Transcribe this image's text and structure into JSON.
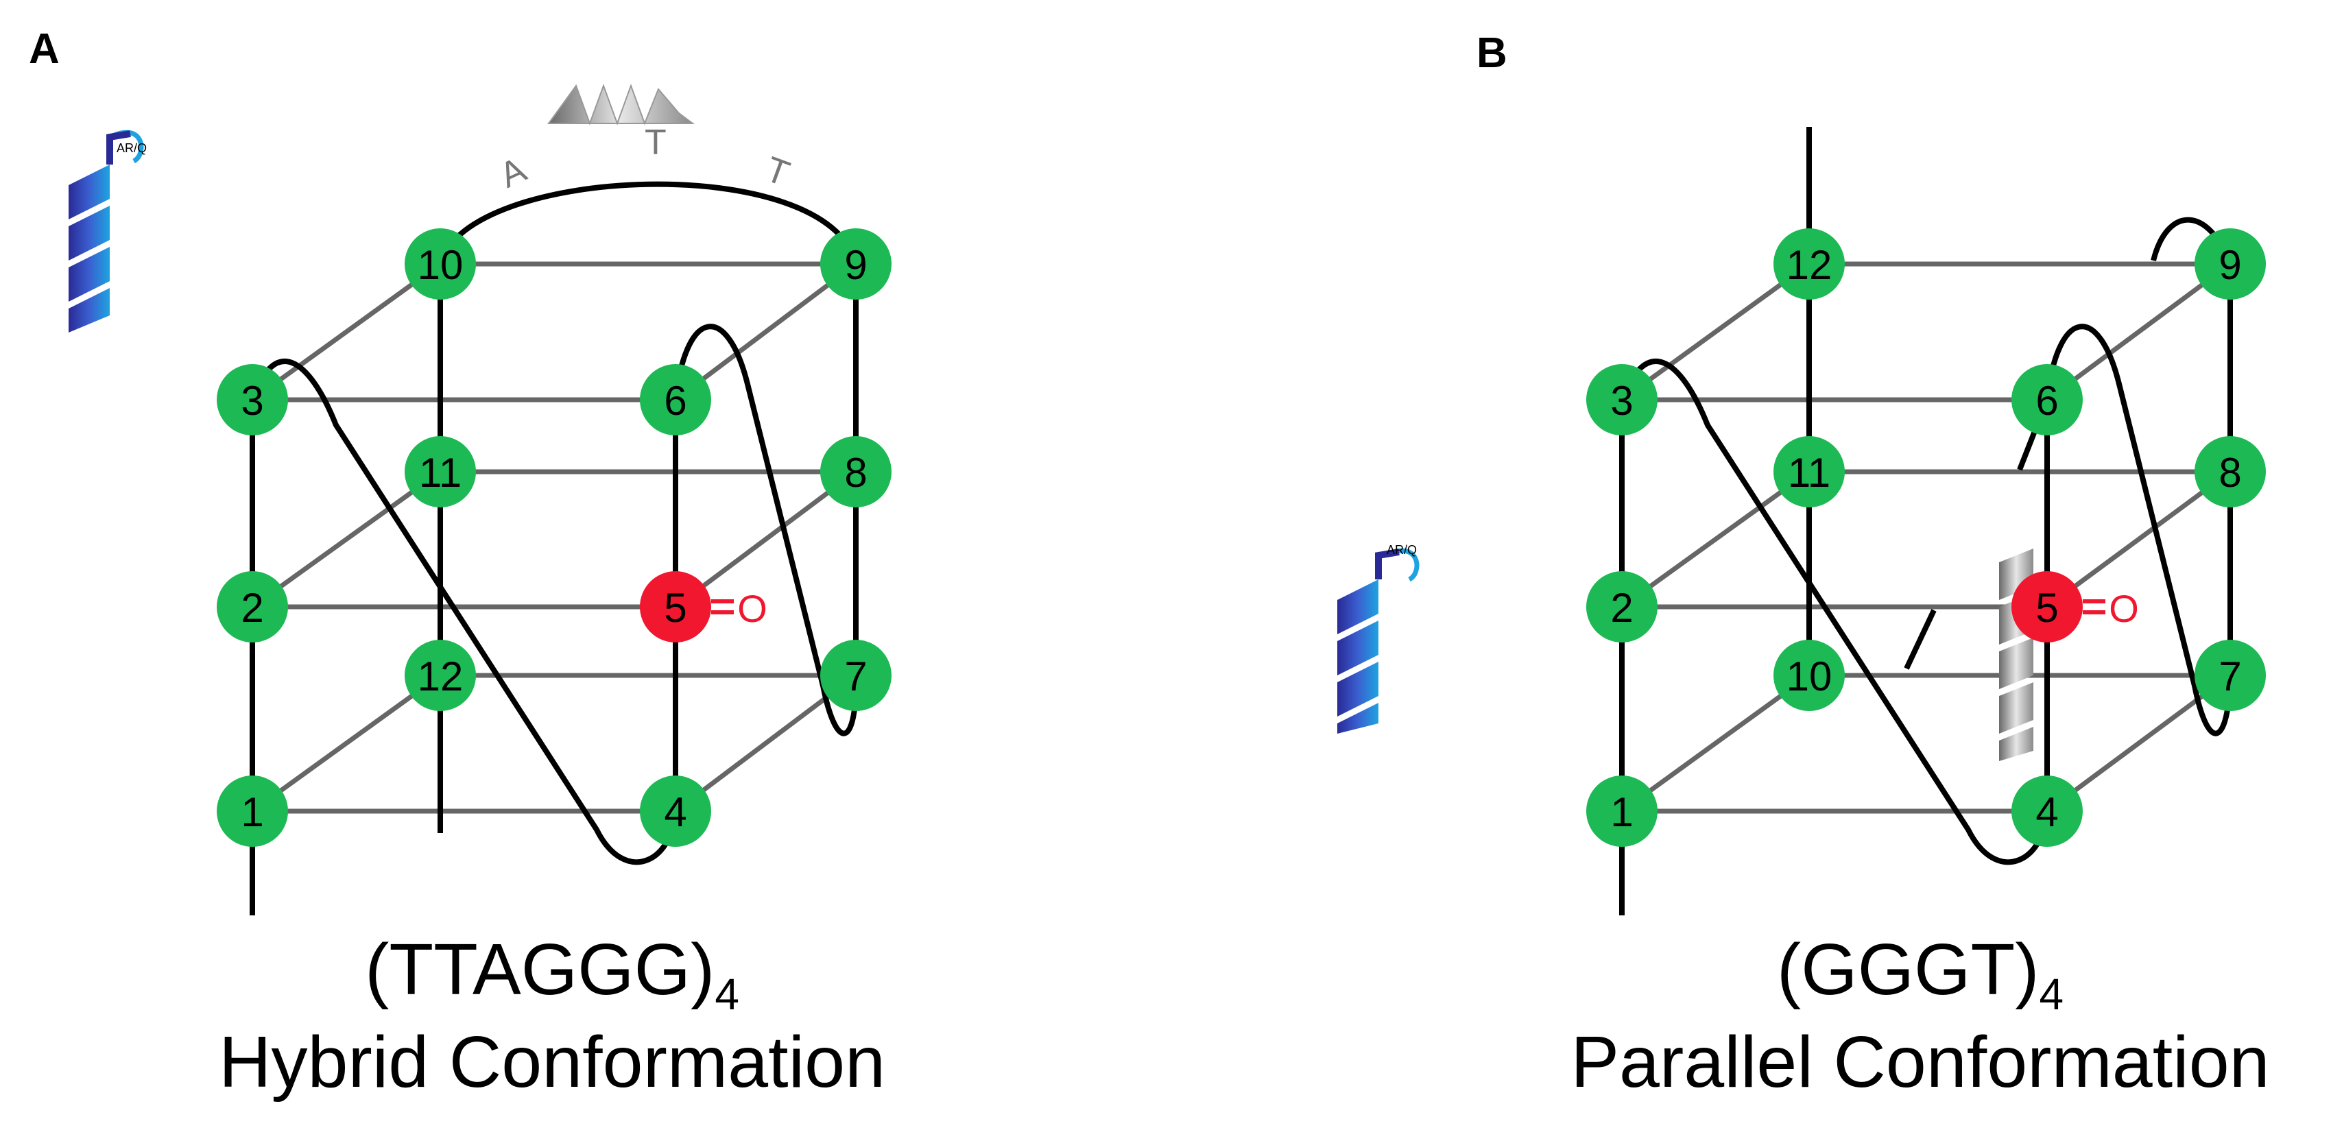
{
  "panels": [
    {
      "id": "A",
      "label": "A",
      "sequence": "(TTAGGG)",
      "subscript": "4",
      "conformation": "Hybrid Conformation",
      "nodes": [
        "1",
        "2",
        "3",
        "4",
        "5",
        "6",
        "7",
        "8",
        "9",
        "10",
        "11",
        "12"
      ],
      "loop_letters": [
        "A",
        "T",
        "T"
      ],
      "oxidized_node": "5",
      "oxo_label": "O",
      "peptide_tag": "AR/Q"
    },
    {
      "id": "B",
      "label": "B",
      "sequence": "(GGGT)",
      "subscript": "4",
      "conformation": "Parallel Conformation",
      "nodes": [
        "1",
        "2",
        "3",
        "4",
        "5",
        "6",
        "7",
        "8",
        "9",
        "10",
        "11",
        "12"
      ],
      "oxidized_node": "5",
      "oxo_label": "O",
      "peptide_tag": "AR/Q"
    }
  ],
  "colors": {
    "guanine_node": "#1db954",
    "oxidized_node": "#f0172e",
    "backbone": "#000000",
    "rung": "#6b6b6b",
    "helix_dark": "#2b2a9a",
    "helix_light": "#1fa3e0",
    "helix_grey": "#9a9a9a"
  }
}
